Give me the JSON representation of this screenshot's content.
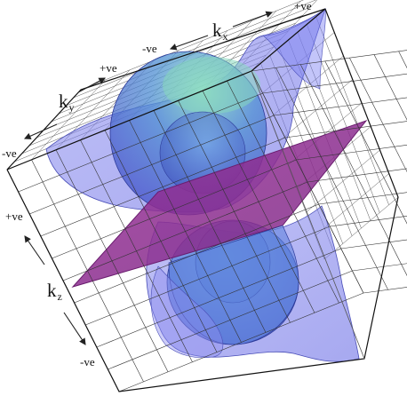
{
  "diagram": {
    "axes": {
      "kx": {
        "symbol": "k",
        "subscript": "x",
        "positive": "+ve",
        "negative": "-ve"
      },
      "ky": {
        "symbol": "k",
        "subscript": "y",
        "positive": "+ve",
        "negative": "-ve"
      },
      "kz": {
        "symbol": "k",
        "subscript": "z",
        "positive": "+ve",
        "negative": "-ve"
      }
    },
    "colors": {
      "box_edge": "#111111",
      "grid_line": "#444444",
      "surface_fill": "#7b7ff2",
      "sphere_fill": "#4a8fd0",
      "sphere_highlight": "#7ed2c0",
      "plane_fill": "#8a2a8c",
      "arrow": "#222222"
    }
  }
}
